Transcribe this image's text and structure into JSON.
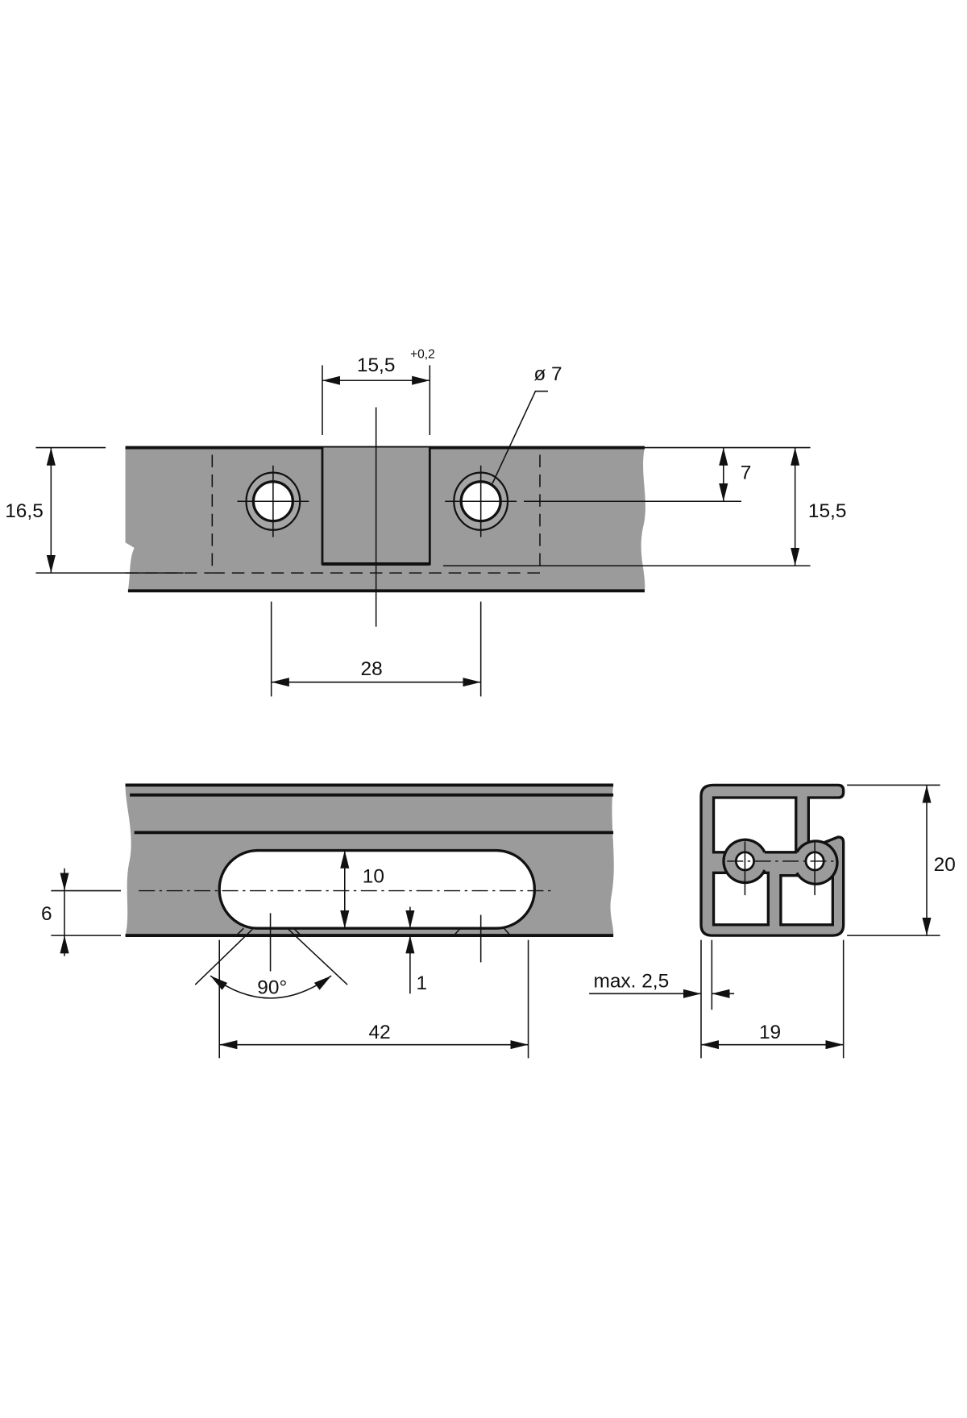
{
  "colors": {
    "profile_fill": "#9b9b9b",
    "line": "#111111",
    "background": "#ffffff"
  },
  "top_view": {
    "dims": {
      "slot_width": "15,5",
      "slot_tolerance": "+0,2",
      "hole_diameter": "ø 7",
      "overall_height_left": "16,5",
      "hole_offset": "7",
      "slot_depth_right": "15,5",
      "hole_spacing": "28"
    }
  },
  "side_view": {
    "dims": {
      "slot_height": "10",
      "center_offset": "6",
      "edge_gap": "1",
      "chamfer_angle": "90°",
      "slot_length": "42"
    }
  },
  "section_view": {
    "dims": {
      "height": "20",
      "width": "19",
      "max_wall": "max. 2,5"
    }
  }
}
